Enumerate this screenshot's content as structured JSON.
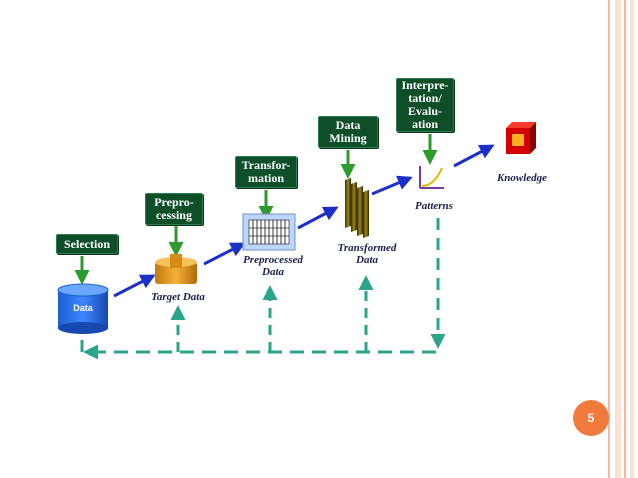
{
  "stages": [
    {
      "id": "selection",
      "label": "Selection"
    },
    {
      "id": "preprocessing",
      "label": "Prepro-\ncessing"
    },
    {
      "id": "transformation",
      "label": "Transfor-\nmation"
    },
    {
      "id": "data-mining",
      "label": "Data\nMining"
    },
    {
      "id": "interpretation",
      "label": "Interpre-\ntation/\nEvalu-\nation"
    }
  ],
  "artifacts": {
    "data": "Data",
    "target_data": "Target Data",
    "preprocessed_data": "Preprocessed\nData",
    "transformed_data": "Transformed\nData",
    "patterns": "Patterns",
    "knowledge": "Knowledge"
  },
  "page_number": "5",
  "colors": {
    "stage_box": "#0e4f2a",
    "arrow_green": "#2e9b2e",
    "arrow_blue": "#1c2fc8",
    "feedback_teal": "#2aa58c",
    "caption": "#1a1f4e",
    "accent_orange": "#f07a3c"
  }
}
